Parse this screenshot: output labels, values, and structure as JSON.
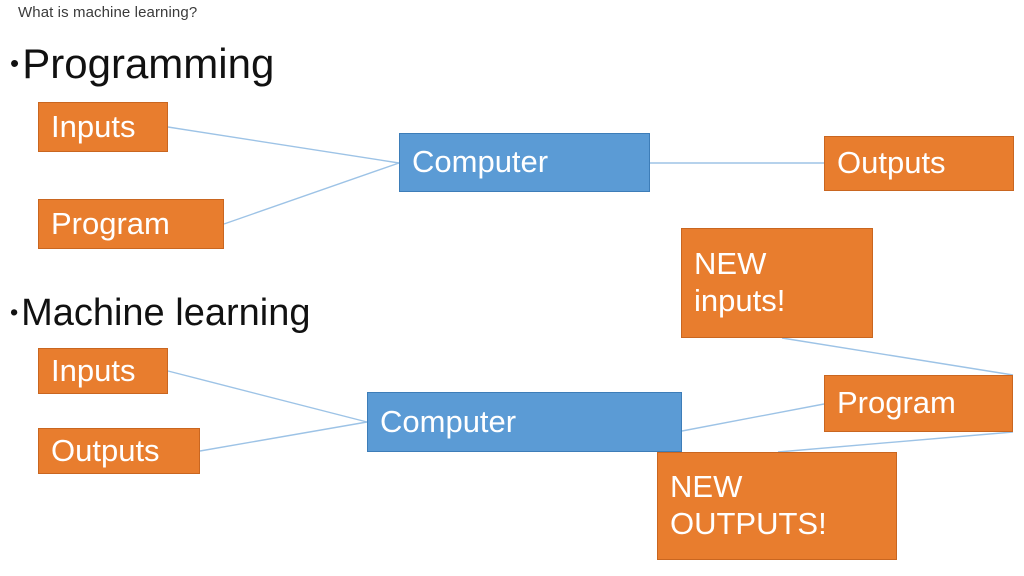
{
  "slide": {
    "title": "What is machine learning?",
    "background": "#ffffff"
  },
  "colors": {
    "orange_fill": "#E87D2E",
    "orange_border": "#C96620",
    "blue_fill": "#5B9BD5",
    "blue_border": "#3D7DB8",
    "connector": "#9DC3E6",
    "heading_text": "#111111",
    "title_text": "#3B3B3B",
    "node_text": "#FFFFFF"
  },
  "sections": [
    {
      "id": "programming",
      "bullet": "•",
      "heading": "Programming",
      "nodes": {
        "inputs": "Inputs",
        "program": "Program",
        "computer": "Computer",
        "outputs": "Outputs"
      }
    },
    {
      "id": "machine-learning",
      "bullet": "•",
      "heading": "Machine learning",
      "nodes": {
        "inputs": "Inputs",
        "outputs": "Outputs",
        "computer": "Computer",
        "new_inputs": "NEW\ninputs!",
        "program": "Program",
        "new_outputs": "NEW\nOUTPUTS!"
      }
    }
  ],
  "diagram": {
    "type": "flow",
    "edges": [
      {
        "from": "programming.inputs",
        "to": "programming.computer"
      },
      {
        "from": "programming.program",
        "to": "programming.computer"
      },
      {
        "from": "programming.computer",
        "to": "programming.outputs"
      },
      {
        "from": "machine-learning.inputs",
        "to": "machine-learning.computer"
      },
      {
        "from": "machine-learning.outputs",
        "to": "machine-learning.computer"
      },
      {
        "from": "machine-learning.computer",
        "to": "machine-learning.program"
      },
      {
        "from": "machine-learning.new_inputs",
        "to": "machine-learning.program"
      },
      {
        "from": "machine-learning.program",
        "to": "machine-learning.new_outputs"
      }
    ]
  }
}
